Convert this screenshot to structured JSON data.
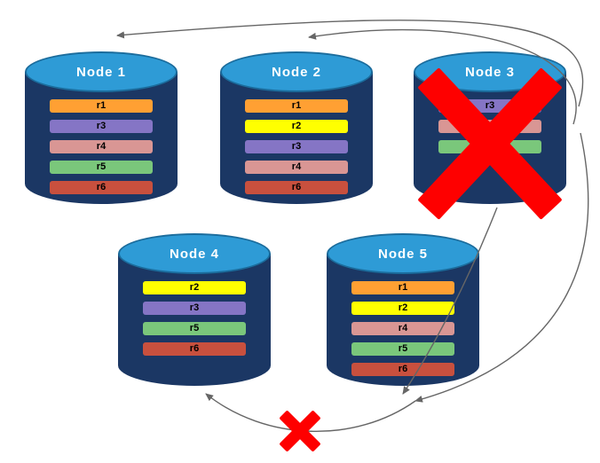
{
  "diagram": {
    "type": "database-replication-diagram",
    "background": "#FFFFFF",
    "theme": {
      "cylinder_body": "#1B3764",
      "cylinder_top": "#2E9BD6",
      "cylinder_top_border": "#1B6C9C",
      "title_color": "#FFFFFF",
      "arrow_color": "#666666",
      "failure_color": "#FE0000",
      "bar_text_color": "#000000"
    },
    "replica_colors": {
      "r1": "#FFA033",
      "r2": "#FFFF00",
      "r3": "#8575C5",
      "r4": "#D99694",
      "r5": "#7AC77B",
      "r6": "#C8503E"
    },
    "nodes": [
      {
        "id": "node-1",
        "label": "Node 1",
        "failed": false,
        "replicas": [
          "r1",
          "r3",
          "r4",
          "r5",
          "r6"
        ]
      },
      {
        "id": "node-2",
        "label": "Node 2",
        "failed": false,
        "replicas": [
          "r1",
          "r2",
          "r3",
          "r4",
          "r6"
        ]
      },
      {
        "id": "node-3",
        "label": "Node 3",
        "failed": true,
        "replicas": [
          "r3",
          "r4",
          "r5"
        ]
      },
      {
        "id": "node-4",
        "label": "Node 4",
        "failed": false,
        "replicas": [
          "r2",
          "r3",
          "r5",
          "r6"
        ]
      },
      {
        "id": "node-5",
        "label": "Node 5",
        "failed": false,
        "replicas": [
          "r1",
          "r2",
          "r4",
          "r5",
          "r6"
        ]
      }
    ],
    "arrows": [
      {
        "from": "node-3",
        "to": "node-1",
        "route": "over-top",
        "blocked": false
      },
      {
        "from": "node-3",
        "to": "node-2",
        "route": "over-top",
        "blocked": false
      },
      {
        "from": "node-3",
        "to": "node-5",
        "route": "right-edge",
        "blocked": false
      },
      {
        "from": "node-3",
        "to": "node-5",
        "route": "diagonal",
        "blocked": false
      },
      {
        "from": "node-5",
        "to": "node-4",
        "route": "bottom",
        "blocked": true
      }
    ]
  }
}
